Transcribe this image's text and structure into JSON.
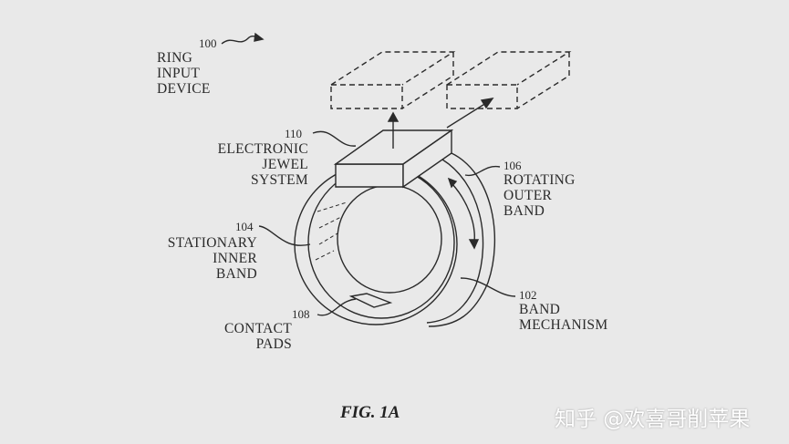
{
  "labels": {
    "device": {
      "num": "100",
      "text": "RING\nINPUT\nDEVICE"
    },
    "jewel": {
      "num": "110",
      "text": "ELECTRONIC\nJEWEL\nSYSTEM"
    },
    "inner_band": {
      "num": "104",
      "text": "STATIONARY\nINNER\nBAND"
    },
    "contact": {
      "num": "108",
      "text": "CONTACT\nPADS"
    },
    "outer_band": {
      "num": "106",
      "text": "ROTATING\nOUTER\nBAND"
    },
    "mechanism": {
      "num": "102",
      "text": "BAND\nMECHANISM"
    }
  },
  "figure_caption": "FIG. 1A",
  "watermark": "知乎 @欢喜哥削苹果"
}
